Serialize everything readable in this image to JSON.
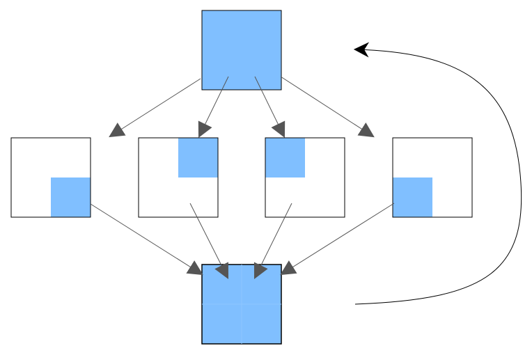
{
  "colors": {
    "fill": "#80bfff",
    "stroke": "#000000",
    "arrow": "#555555",
    "cycle_arrow": "#000000",
    "background": "#ffffff"
  },
  "nodes": {
    "top": {
      "role": "source",
      "filled": "full"
    },
    "middle": [
      {
        "role": "quadrant",
        "filled": "bottom-right"
      },
      {
        "role": "quadrant",
        "filled": "top-right"
      },
      {
        "role": "quadrant",
        "filled": "top-left"
      },
      {
        "role": "quadrant",
        "filled": "bottom-left"
      }
    ],
    "bottom": {
      "role": "merged",
      "filled": "full"
    }
  },
  "edges": [
    {
      "from": "top",
      "to": "middle-1"
    },
    {
      "from": "top",
      "to": "middle-2"
    },
    {
      "from": "top",
      "to": "middle-3"
    },
    {
      "from": "top",
      "to": "middle-4"
    },
    {
      "from": "middle-1",
      "to": "bottom"
    },
    {
      "from": "middle-2",
      "to": "bottom"
    },
    {
      "from": "middle-3",
      "to": "bottom"
    },
    {
      "from": "middle-4",
      "to": "bottom"
    },
    {
      "from": "bottom",
      "to": "top",
      "style": "curved"
    }
  ]
}
